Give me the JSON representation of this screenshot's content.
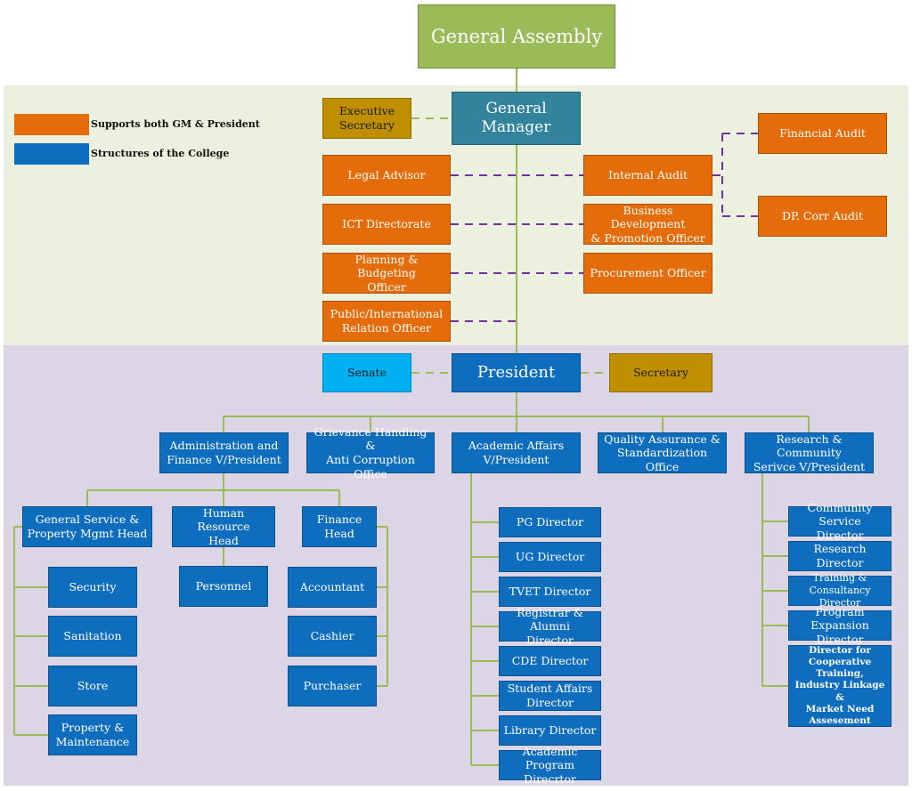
{
  "legend": [
    {
      "label": "Supports both GM & President",
      "color": "#e46c0a"
    },
    {
      "label": "Structures of the College",
      "color": "#0f6dbd"
    }
  ],
  "top": {
    "general_assembly": "General Assembly",
    "general_manager": "General\nManager",
    "executive_secretary": "Executive\nSecretary",
    "legal_advisor": "Legal Advisor",
    "ict_directorate": "ICT Directorate",
    "planning_budgeting": "Planning & Budgeting\nOfficer",
    "public_relation": "Public/International\nRelation Officer",
    "internal_audit": "Internal Audit",
    "business_development": "Business Development\n& Promotion Officer",
    "procurement": "Procurement Officer",
    "financial_audit": "Financial Audit",
    "dp_corr_audit": "DP. Corr Audit"
  },
  "president_row": {
    "senate": "Senate",
    "president": "President",
    "secretary": "Secretary"
  },
  "vp_row": {
    "admin_finance": "Administration and\nFinance V/President",
    "grievance": "Grievance Handling &\nAnti Corruption Office",
    "academic_affairs": "Academic Affairs\nV/President",
    "quality_assurance": "Quality Assurance &\nStandardization Office",
    "research_community": "Research & Community\nSerivce V/President"
  },
  "admin_units": {
    "general_service": "General Service &\nProperty Mgmt Head",
    "human_resource": "Human Resource\nHead",
    "finance_head": "Finance Head",
    "security": "Security",
    "sanitation": "Sanitation",
    "store": "Store",
    "property_maintenance": "Property &\nMaintenance",
    "personnel": "Personnel",
    "accountant": "Accountant",
    "cashier": "Cashier",
    "purchaser": "Purchaser"
  },
  "academic_units": [
    "PG Director",
    "UG Director",
    "TVET Director",
    "Registrar & Alumni\nDirector",
    "CDE Director",
    "Student Affairs\nDirector",
    "Library Director",
    "Academic Program\nDirecrtor"
  ],
  "research_units": [
    "Community Service\nDirector",
    "Research Director",
    "Training &\nConsultancy Director",
    "Program Expansion\nDirector",
    "Director for\nCooperative Training,\nIndustry Linkage &\nMarket Need\nAssesement"
  ]
}
